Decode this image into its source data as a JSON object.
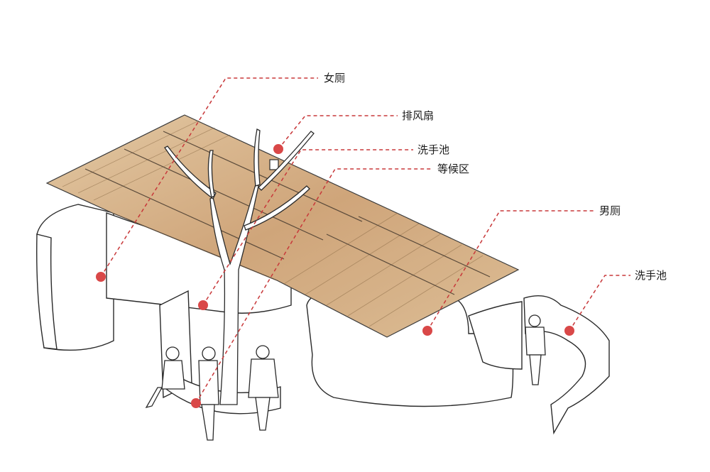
{
  "labels": {
    "female_toilet": "女厕",
    "exhaust_fan": "排风扇",
    "wash_basin_1": "洗手池",
    "waiting_area": "等候区",
    "male_toilet": "男厕",
    "wash_basin_2": "洗手池"
  },
  "colors": {
    "leader": "#c8383a",
    "marker": "#d94848",
    "roof_wood": "#d9b88f",
    "outline": "#2a2a2a"
  }
}
